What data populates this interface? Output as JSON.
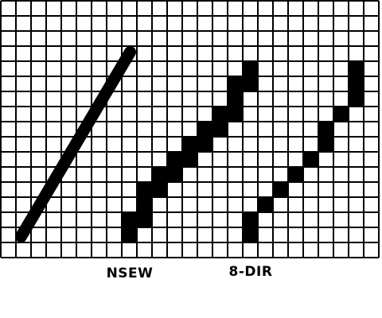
{
  "grid": {
    "columns": 25,
    "rows": 17,
    "line_color": "#000000",
    "background": "#ffffff"
  },
  "ideal_line": {
    "from_cell": [
      1,
      15
    ],
    "to_cell": [
      8,
      3
    ],
    "color": "#000000"
  },
  "panels": [
    {
      "id": "nsew",
      "label": "NSEW",
      "fill_color": "#000000",
      "cells": [
        [
          8,
          14
        ],
        [
          8,
          15
        ],
        [
          9,
          12
        ],
        [
          9,
          13
        ],
        [
          9,
          14
        ],
        [
          10,
          11
        ],
        [
          10,
          12
        ],
        [
          11,
          10
        ],
        [
          11,
          11
        ],
        [
          12,
          9
        ],
        [
          12,
          10
        ],
        [
          13,
          8
        ],
        [
          13,
          9
        ],
        [
          14,
          7
        ],
        [
          14,
          8
        ],
        [
          15,
          5
        ],
        [
          15,
          6
        ],
        [
          15,
          7
        ],
        [
          16,
          4
        ],
        [
          16,
          5
        ]
      ]
    },
    {
      "id": "8dir",
      "label": "8-DIR",
      "fill_color": "#000000",
      "cells": [
        [
          16,
          14
        ],
        [
          16,
          15
        ],
        [
          17,
          13
        ],
        [
          18,
          12
        ],
        [
          19,
          11
        ],
        [
          20,
          10
        ],
        [
          21,
          8
        ],
        [
          21,
          9
        ],
        [
          22,
          7
        ],
        [
          23,
          6
        ],
        [
          23,
          4
        ],
        [
          23,
          5
        ]
      ]
    }
  ]
}
